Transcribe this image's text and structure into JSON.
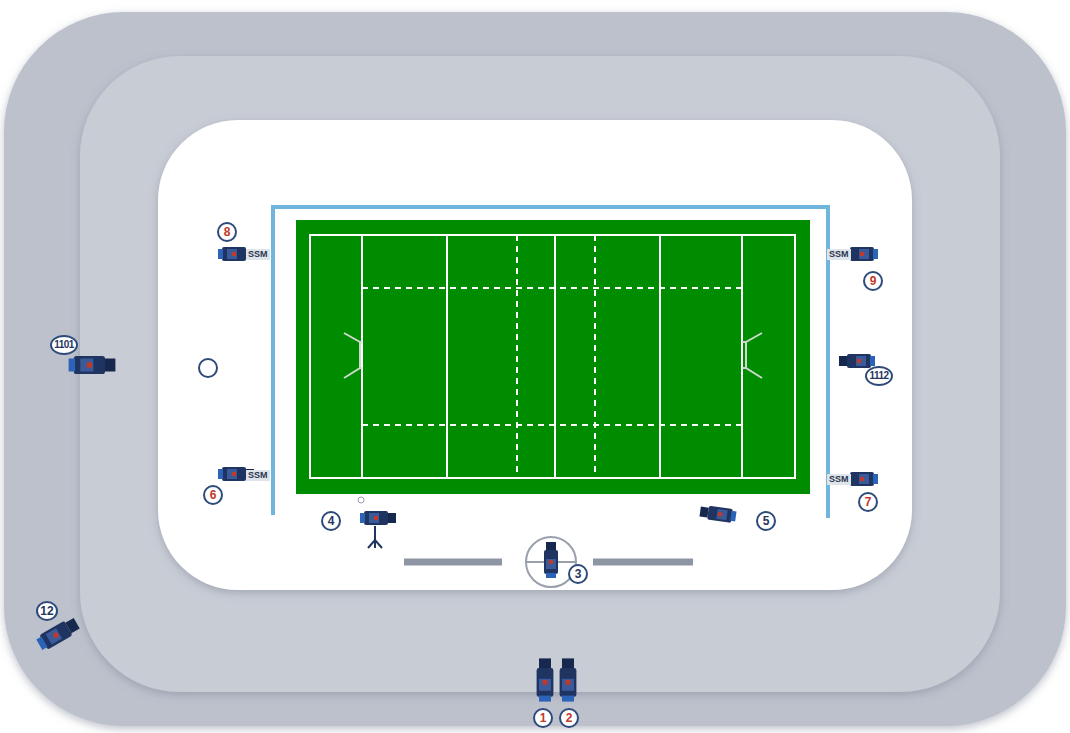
{
  "diagram": {
    "nodes": [
      {
        "text": [
          "8"
        ]
      },
      {
        "text": [
          "9"
        ]
      },
      {
        "text": [
          "1101"
        ]
      },
      {
        "text": [
          "1112"
        ]
      },
      {
        "text": [
          "6"
        ]
      },
      {
        "text": [
          "7"
        ]
      },
      {
        "text": [
          "4"
        ]
      },
      {
        "text": [
          "5"
        ]
      },
      {
        "text": [
          "3"
        ]
      },
      {
        "text": [
          "12"
        ]
      },
      {
        "text": [
          "1"
        ]
      },
      {
        "text": [
          "2"
        ]
      }
    ],
    "labels": [
      "SSM",
      "SSM",
      "SSM",
      "SSM"
    ]
  }
}
